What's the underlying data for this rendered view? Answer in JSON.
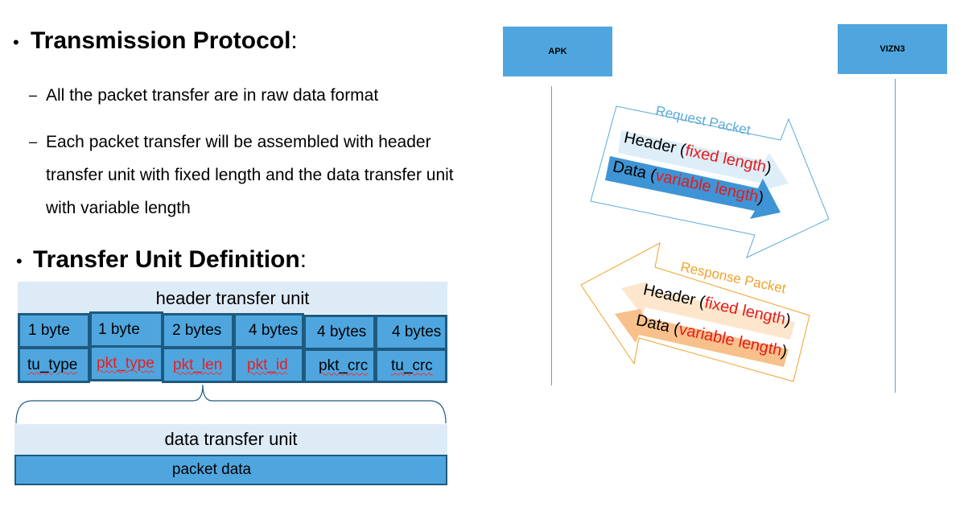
{
  "left": {
    "bullet_glyph": "•",
    "dash_glyph": "–",
    "section1": {
      "title": "Transmission Protocol",
      "colon": ":",
      "items": [
        "All the packet transfer are in raw data format",
        "Each packet transfer will be assembled with header",
        "transfer unit with fixed length and the data transfer unit",
        "with variable length"
      ]
    },
    "section2": {
      "title": "Transfer Unit Definition",
      "colon": ":"
    }
  },
  "header_unit": {
    "label": "header transfer unit",
    "sizes": [
      "1 byte",
      "1 byte",
      "2 bytes",
      "4 bytes",
      "4 bytes",
      "4 bytes"
    ],
    "fields": [
      "tu_type",
      "pkt_type",
      "pkt_len",
      "pkt_id",
      "pkt_crc",
      "tu_crc"
    ]
  },
  "data_unit": {
    "label": "data transfer unit",
    "content": "packet data"
  },
  "diagram": {
    "left_entity": "APK",
    "right_entity": "VIZN3",
    "request": {
      "title": "Request Packet",
      "header_word": "Header",
      "header_detail": "fixed length",
      "data_word": "Data",
      "data_detail": "variable length"
    },
    "response": {
      "title": "Response Packet",
      "header_word": "Header",
      "header_detail": "fixed length",
      "data_word": "Data",
      "data_detail": "variable length"
    },
    "colors": {
      "lifeline": "#4fa6df",
      "request": "#5aaad6",
      "response": "#f0a22c",
      "detail": "#e51b1b"
    }
  }
}
